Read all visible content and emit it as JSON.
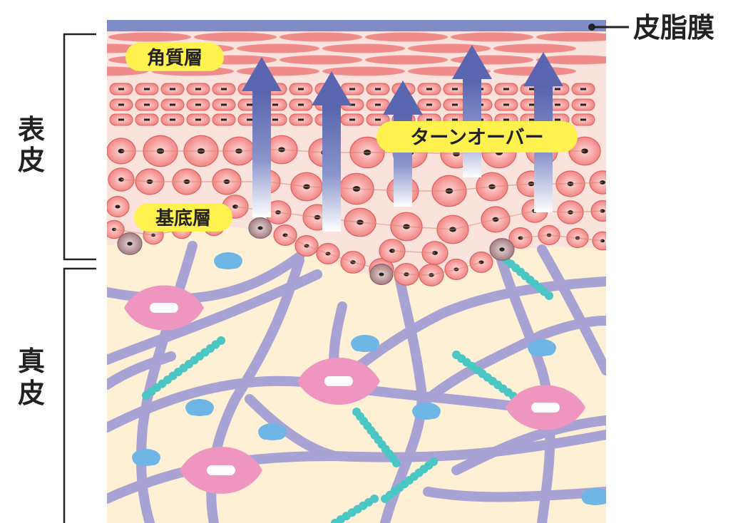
{
  "labels": {
    "sebum_film": "皮脂膜",
    "stratum_corneum": "角質層",
    "basal_layer": "基底層",
    "turnover": "ターンオーバー",
    "epidermis_line1": "表",
    "epidermis_line2": "皮",
    "dermis_line1": "真",
    "dermis_line2": "皮"
  },
  "colors": {
    "sebum_film": "#7f8cc6",
    "epidermis_bg": "#fbe3dd",
    "corneum_cell": "#f08c8c",
    "cell_fill": "#f6a0a0",
    "cell_border": "#e0605f",
    "nucleus": "#222222",
    "melanocyte": "#b08a8e",
    "dermis_bg": "#fdf0d5",
    "collagen": "#a9a2d4",
    "fibroblast": "#ee96c0",
    "elastin": "#4ac6c4",
    "water": "#6db6e6",
    "arrow_top": "#5a67b0",
    "label_bg": "#fff24f",
    "text": "#222222"
  }
}
